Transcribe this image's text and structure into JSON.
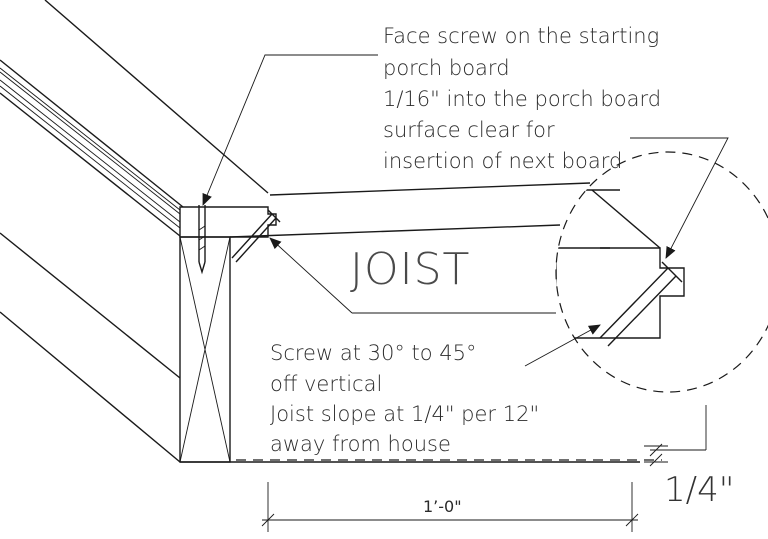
{
  "labels": {
    "top_note": [
      "Face screw on the starting",
      "porch board",
      "1/16\" into the porch board",
      "surface clear for",
      "insertion of next board"
    ],
    "joist": "JOIST",
    "bottom_note": [
      "Screw at 30° to 45°",
      "off vertical",
      "Joist slope at 1/4\" per 12\"",
      "away from house"
    ],
    "dim_span": "1’-0\"",
    "dim_drop": "1/4\""
  }
}
